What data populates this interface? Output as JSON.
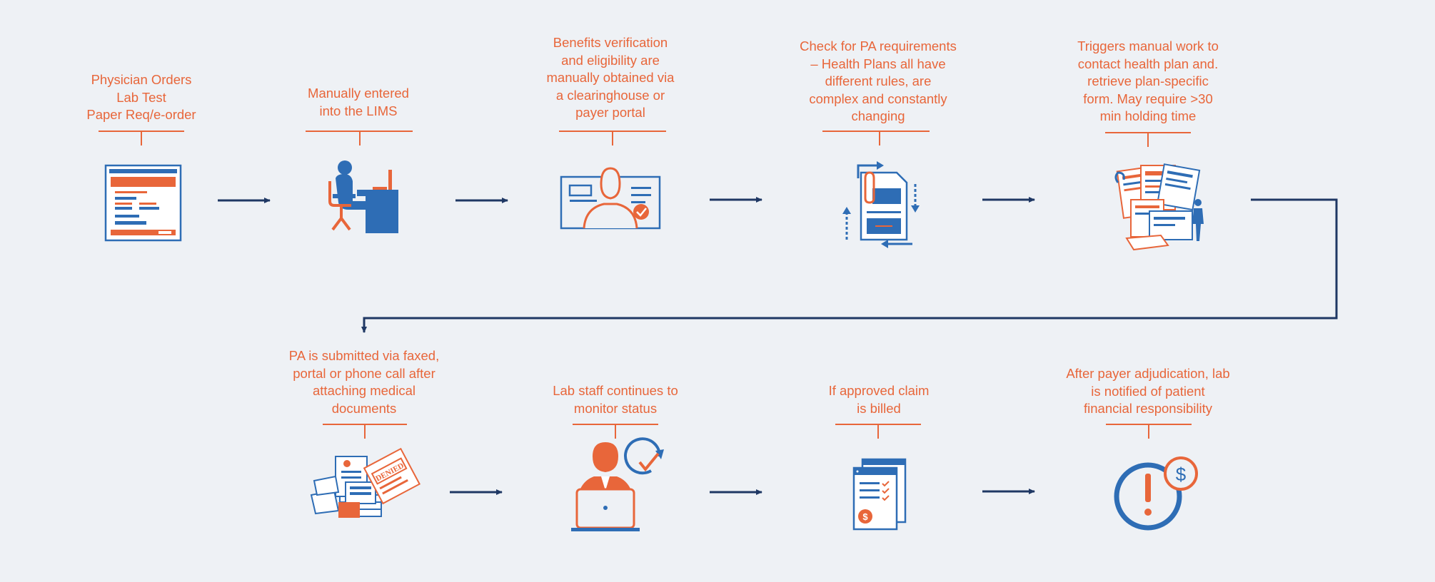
{
  "steps": [
    {
      "id": "physician-orders",
      "text": "Physician Orders\nLab Test\nPaper Req/e-order",
      "icon": "order-form-icon"
    },
    {
      "id": "manual-entry",
      "text": "Manually entered\ninto the LIMS",
      "icon": "person-at-desk-icon"
    },
    {
      "id": "benefits-verification",
      "text": "Benefits verification\nand eligibility are\nmanually obtained via\na clearinghouse or\npayer portal",
      "icon": "id-card-icon"
    },
    {
      "id": "pa-requirements",
      "text": "Check for PA requirements\n– Health Plans all have\ndifferent rules, are\ncomplex and constantly\nchanging",
      "icon": "document-cycle-icon"
    },
    {
      "id": "manual-work",
      "text": "Triggers manual work to\ncontact health plan and.\nretrieve plan-specific\nform. May require >30\nmin holding time",
      "icon": "paperwork-pile-icon"
    },
    {
      "id": "pa-submitted",
      "text": "PA is submitted via  faxed,\nportal or phone call after\nattaching medical\ndocuments",
      "icon": "denied-documents-icon"
    },
    {
      "id": "monitor-status",
      "text": "Lab staff continues to\nmonitor status",
      "icon": "staff-laptop-check-icon"
    },
    {
      "id": "claim-billed",
      "text": "If approved claim\nis billed",
      "icon": "billing-invoice-icon"
    },
    {
      "id": "patient-responsibility",
      "text": "After payer adjudication, lab\nis notified of patient\nfinancial responsibility",
      "icon": "alert-dollar-icon"
    }
  ],
  "colors": {
    "accent": "#e8663a",
    "primary": "#2e6db5",
    "arrow": "#1f3864",
    "background": "#eef1f5"
  }
}
